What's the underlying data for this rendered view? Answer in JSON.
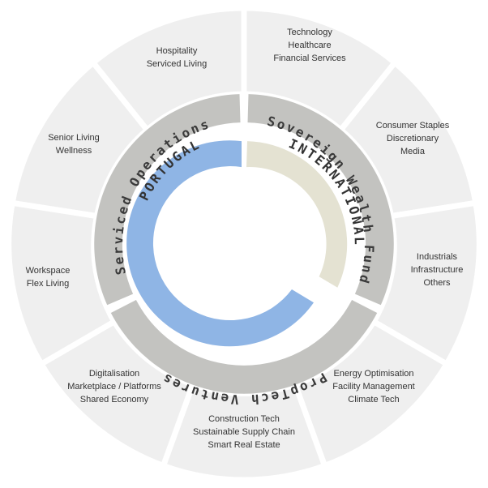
{
  "colors": {
    "outer_segment": "#efefef",
    "middle_ring": "#c3c3c0",
    "portugal_arc": "#8fb5e5",
    "international_arc": "#e4e2d2",
    "text": "#333333"
  },
  "outer_segments": [
    {
      "lines": [
        "Technology",
        "Healthcare",
        "Financial Services"
      ]
    },
    {
      "lines": [
        "Consumer Staples",
        "Discretionary",
        "Media"
      ]
    },
    {
      "lines": [
        "Industrials",
        "Infrastructure",
        "Others"
      ]
    },
    {
      "lines": [
        "Energy Optimisation",
        "Facility Management",
        "Climate Tech"
      ]
    },
    {
      "lines": [
        "Construction Tech",
        "Sustainable Supply Chain",
        "Smart Real Estate"
      ]
    },
    {
      "lines": [
        "Digitalisation",
        "Marketplace / Platforms",
        "Shared Economy"
      ]
    },
    {
      "lines": [
        "Workspace",
        "Flex Living"
      ]
    },
    {
      "lines": [
        "Senior Living",
        "Wellness"
      ]
    },
    {
      "lines": [
        "Hospitality",
        "Serviced Living"
      ]
    }
  ],
  "middle_ring": [
    {
      "label": "Sovereign Wealth Fund"
    },
    {
      "label": "PropTech Ventures"
    },
    {
      "label": "Serviced Operations"
    }
  ],
  "inner_ring": [
    {
      "label": "PORTUGAL"
    },
    {
      "label": "INTERNATIONAL"
    }
  ]
}
